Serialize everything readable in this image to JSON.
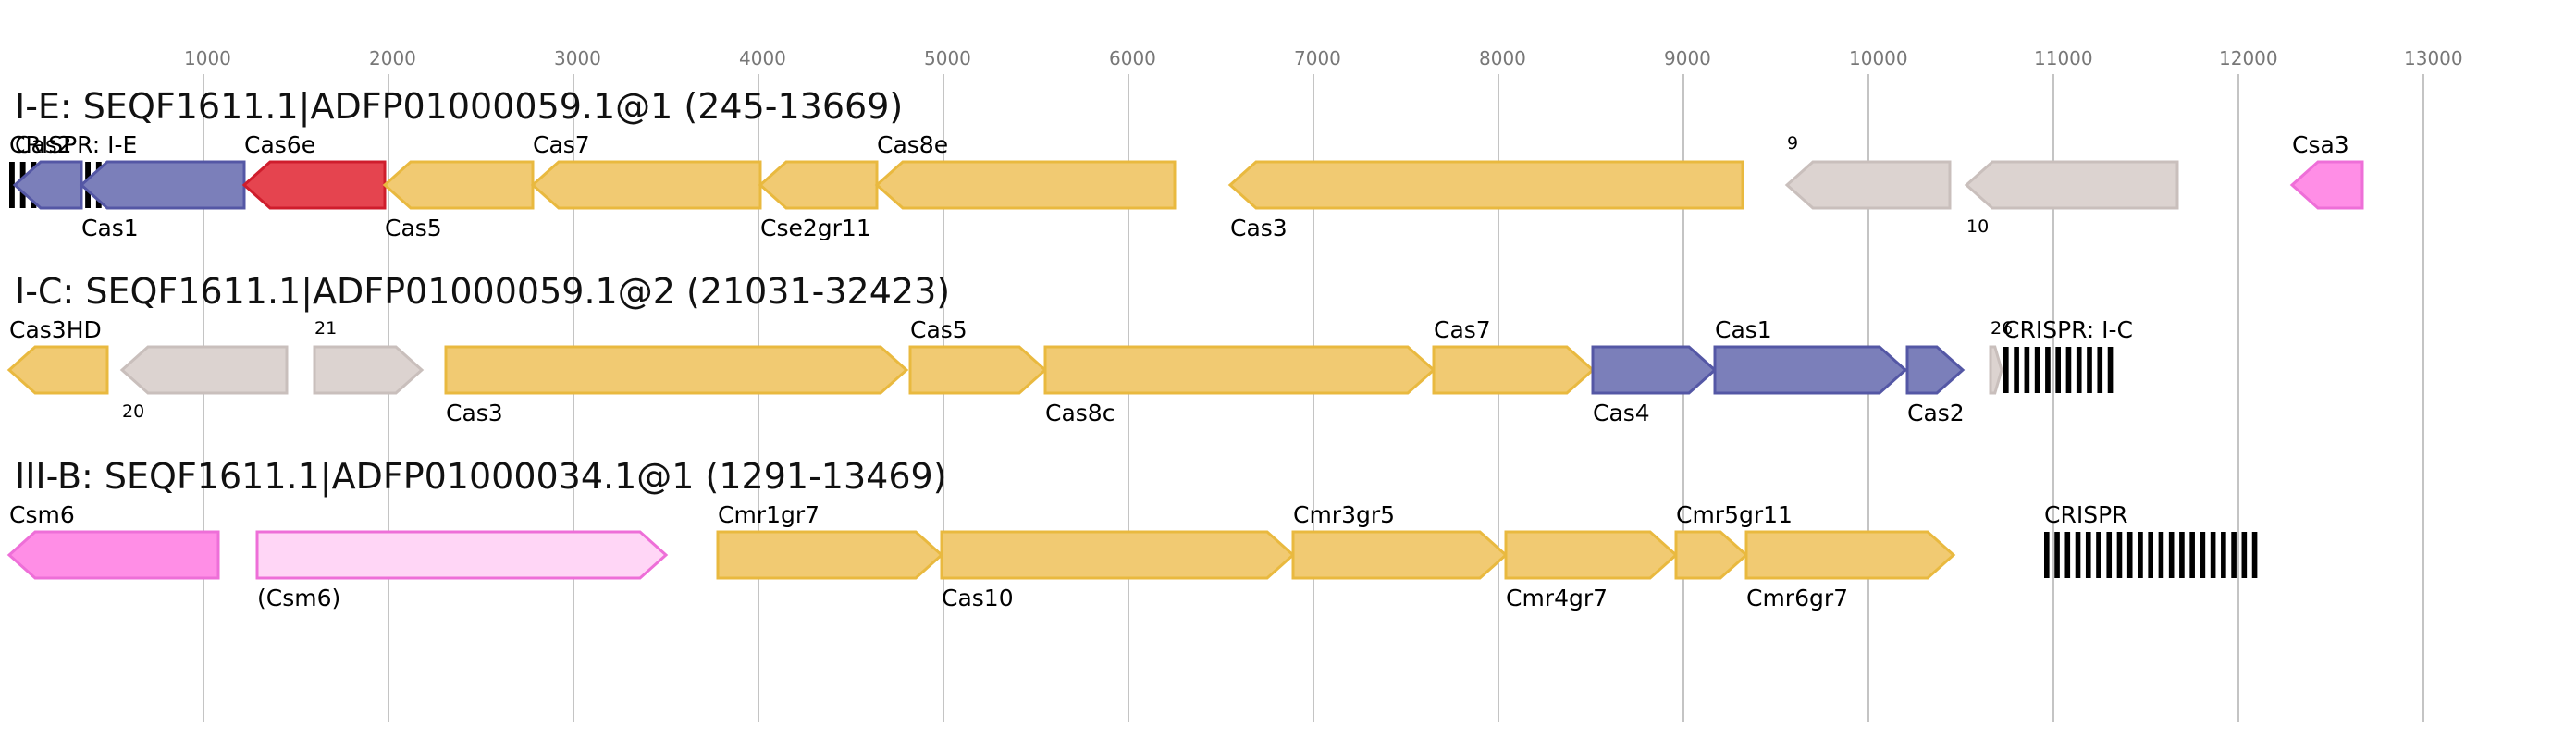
{
  "axis": {
    "min": 0,
    "max": 13800,
    "ticks": [
      1000,
      2000,
      3000,
      4000,
      5000,
      6000,
      7000,
      8000,
      9000,
      10000,
      11000,
      12000,
      13000
    ],
    "tick_labels": [
      "1000",
      "2000",
      "3000",
      "4000",
      "5000",
      "6000",
      "7000",
      "8000",
      "9000",
      "10000",
      "11000",
      "12000",
      "13000"
    ]
  },
  "colors": {
    "adaptation": "#7b7fba",
    "adaptation_stroke": "#5457a5",
    "effector": "#f1ca72",
    "effector_stroke": "#e9b93f",
    "unknown": "#dcd3d0",
    "unknown_stroke": "#c9bfbc",
    "cas6": "#e5444f",
    "cas6_stroke": "#cf1d2c",
    "accessory": "#ff8ee6",
    "accessory_stroke": "#ee6fd8",
    "accessory_light": "#ffd6f6",
    "crispr": "#000000"
  },
  "tracks": [
    {
      "title": "I-E: SEQF1611.1|ADFP01000059.1@1 (245-13669)",
      "genes": [
        {
          "label": "CRISPR: I-E",
          "kind": "crispr",
          "start": 0,
          "end": 880,
          "label_pos": "above"
        },
        {
          "label": "Cas2",
          "kind": "adaptation",
          "strand": "-",
          "start": 30,
          "end": 390,
          "label_pos": "above"
        },
        {
          "label": "Cas1",
          "kind": "adaptation",
          "strand": "-",
          "start": 390,
          "end": 1270,
          "label_pos": "below"
        },
        {
          "label": "Cas6e",
          "kind": "cas6",
          "strand": "-",
          "start": 1270,
          "end": 2030,
          "label_pos": "above"
        },
        {
          "label": "Cas5",
          "kind": "effector",
          "strand": "-",
          "start": 2030,
          "end": 2830,
          "label_pos": "below"
        },
        {
          "label": "Cas7",
          "kind": "effector",
          "strand": "-",
          "start": 2830,
          "end": 4060,
          "label_pos": "above"
        },
        {
          "label": "Cse2gr11",
          "kind": "effector",
          "strand": "-",
          "start": 4060,
          "end": 4690,
          "label_pos": "below"
        },
        {
          "label": "Cas8e",
          "kind": "effector",
          "strand": "-",
          "start": 4690,
          "end": 6300,
          "label_pos": "above"
        },
        {
          "label": "Cas3",
          "kind": "effector",
          "strand": "-",
          "start": 6600,
          "end": 9370,
          "label_pos": "below"
        },
        {
          "label": "9",
          "kind": "unknown",
          "strand": "-",
          "start": 9610,
          "end": 10490,
          "label_pos": "above-small"
        },
        {
          "label": "10",
          "kind": "unknown",
          "strand": "-",
          "start": 10580,
          "end": 11720,
          "label_pos": "below-small"
        },
        {
          "label": "Csa3",
          "kind": "accessory",
          "strand": "-",
          "start": 12340,
          "end": 12720,
          "label_pos": "above"
        }
      ]
    },
    {
      "title": "I-C: SEQF1611.1|ADFP01000059.1@2 (21031-32423)",
      "genes": [
        {
          "label": "Cas3HD",
          "kind": "effector",
          "strand": "-",
          "start": 0,
          "end": 530,
          "label_pos": "above"
        },
        {
          "label": "20",
          "kind": "unknown",
          "strand": "-",
          "start": 610,
          "end": 1500,
          "label_pos": "below-small"
        },
        {
          "label": "21",
          "kind": "unknown",
          "strand": "+",
          "start": 1650,
          "end": 2230,
          "label_pos": "above-small"
        },
        {
          "label": "Cas3",
          "kind": "effector",
          "strand": "+",
          "start": 2360,
          "end": 4850,
          "label_pos": "below"
        },
        {
          "label": "Cas5",
          "kind": "effector",
          "strand": "+",
          "start": 4870,
          "end": 5600,
          "label_pos": "above"
        },
        {
          "label": "Cas8c",
          "kind": "effector",
          "strand": "+",
          "start": 5600,
          "end": 7700,
          "label_pos": "below"
        },
        {
          "label": "Cas7",
          "kind": "effector",
          "strand": "+",
          "start": 7700,
          "end": 8560,
          "label_pos": "above"
        },
        {
          "label": "Cas4",
          "kind": "adaptation",
          "strand": "+",
          "start": 8560,
          "end": 9220,
          "label_pos": "below"
        },
        {
          "label": "Cas1",
          "kind": "adaptation",
          "strand": "+",
          "start": 9220,
          "end": 10250,
          "label_pos": "above"
        },
        {
          "label": "Cas2",
          "kind": "adaptation",
          "strand": "+",
          "start": 10260,
          "end": 10560,
          "label_pos": "below"
        },
        {
          "label": "26",
          "kind": "unknown",
          "strand": "+",
          "start": 10710,
          "end": 10770,
          "label_pos": "above-small"
        },
        {
          "label": "CRISPR: I-C",
          "kind": "crispr",
          "start": 10780,
          "end": 11400,
          "label_pos": "above"
        }
      ]
    },
    {
      "title": "III-B: SEQF1611.1|ADFP01000034.1@1 (1291-13469)",
      "genes": [
        {
          "label": "Csm6",
          "kind": "accessory",
          "strand": "-",
          "start": 0,
          "end": 1130,
          "label_pos": "above"
        },
        {
          "label": "(Csm6)",
          "kind": "accessory_light",
          "strand": "+",
          "start": 1340,
          "end": 3550,
          "label_pos": "below"
        },
        {
          "label": "Cmr1gr7",
          "kind": "effector",
          "strand": "+",
          "start": 3830,
          "end": 5040,
          "label_pos": "above"
        },
        {
          "label": "Cas10",
          "kind": "effector",
          "strand": "+",
          "start": 5040,
          "end": 6940,
          "label_pos": "below"
        },
        {
          "label": "Cmr3gr5",
          "kind": "effector",
          "strand": "+",
          "start": 6940,
          "end": 8090,
          "label_pos": "above"
        },
        {
          "label": "Cmr4gr7",
          "kind": "effector",
          "strand": "+",
          "start": 8090,
          "end": 9010,
          "label_pos": "below"
        },
        {
          "label": "Cmr5gr11",
          "kind": "effector",
          "strand": "+",
          "start": 9010,
          "end": 9390,
          "label_pos": "above"
        },
        {
          "label": "Cmr6gr7",
          "kind": "effector",
          "strand": "+",
          "start": 9390,
          "end": 10510,
          "label_pos": "below"
        },
        {
          "label": "CRISPR",
          "kind": "crispr",
          "start": 11000,
          "end": 12180,
          "label_pos": "above"
        }
      ]
    }
  ]
}
